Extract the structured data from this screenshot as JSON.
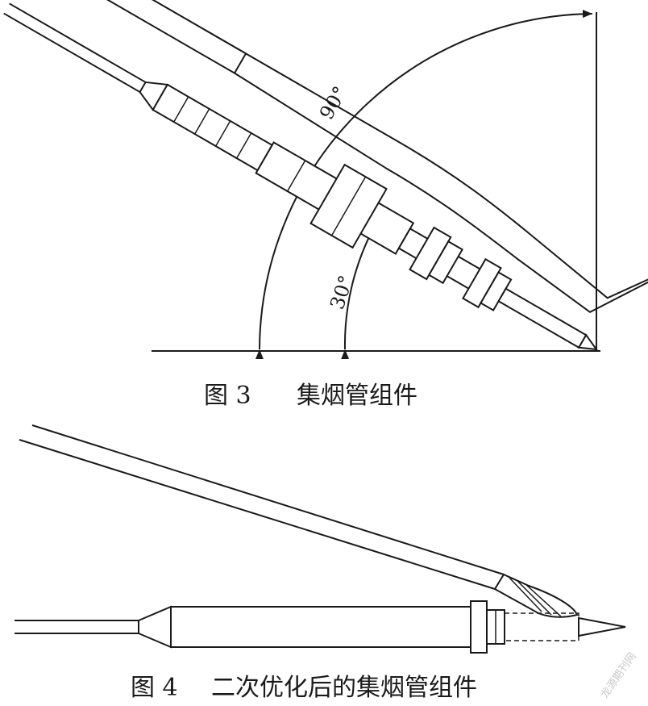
{
  "figure3": {
    "angle_large": "90°",
    "angle_small": "30°",
    "caption_number": "图 3",
    "caption_title": "集烟管组件"
  },
  "figure4": {
    "caption_number": "图 4",
    "caption_title": "二次优化后的集烟管组件"
  },
  "watermark": {
    "text": "龙源期刊网"
  }
}
